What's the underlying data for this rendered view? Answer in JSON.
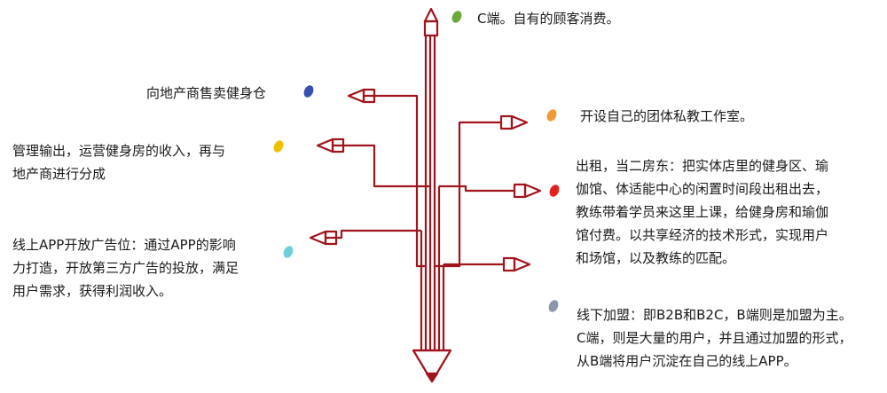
{
  "colors": {
    "pencil": "#a0141c",
    "dot_green": "#6aaa3c",
    "dot_blue": "#3550b0",
    "dot_yellow": "#f0c000",
    "dot_cyan": "#6fcfd8",
    "dot_orange": "#f29a3a",
    "dot_red": "#e0231c",
    "dot_gray": "#8c97aa"
  },
  "items": {
    "c_end": "C端。自有的顾客消费。",
    "real_estate": "向地产商售卖健身仓",
    "management": [
      "管理输出，运营健身房的收入，再与",
      "地产商进行分成"
    ],
    "online_app": [
      "线上APP开放广告位：通过APP的影响",
      "力打造，开放第三方广告的投放，满足",
      "用户需求，获得利润收入。"
    ],
    "studio": "开设自己的团体私教工作室。",
    "rental": [
      "出租，当二房东：把实体店里的健身区、瑜",
      "伽馆、体适能中心的闲置时间段出租出去，",
      "教练带着学员来这里上课，给健身房和瑜伽",
      "馆付费。以共享经济的技术形式，实现用户",
      "和场馆，以及教练的匹配。"
    ],
    "franchise": [
      "线下加盟：即B2B和B2C，B端则是加盟为主。",
      "C端，则是大量的用户，并且通过加盟的形式，",
      "从B端将用户沉淀在自己的线上APP。"
    ]
  }
}
